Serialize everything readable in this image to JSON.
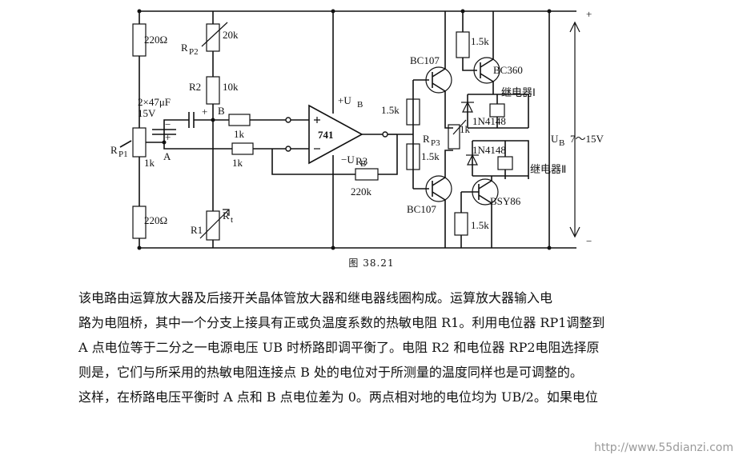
{
  "figure": {
    "caption": "图 38.21",
    "labels": {
      "r_top_left": "220Ω",
      "r_bottom_left": "220Ω",
      "rp1": "R",
      "rp1_sub": "P1",
      "rp1_value": "1k",
      "cap": "2×47μF",
      "cap_voltage": "15V",
      "node_a": "A",
      "node_b": "B",
      "rp2": "R",
      "rp2_sub": "P2",
      "rp2_value": "20k",
      "r2": "R2",
      "r2_value": "10k",
      "rin1_value": "1k",
      "rin2_value": "1k",
      "r1": "R1",
      "rt": "R",
      "rt_sub": "t",
      "opamp": "741",
      "plus_ub": "+U",
      "plus_ub_sub": "B",
      "minus_ub": "−U",
      "minus_ub_sub": "B",
      "r3": "R3",
      "r3_value": "220k",
      "t1": "BC107",
      "t2": "BC107",
      "t3": "BC360",
      "t4": "BSY86",
      "r_15k_top": "1.5k",
      "r_15k_mid1": "1.5k",
      "r_15k_mid2": "1.5k",
      "r_15k_bottom": "1.5k",
      "rp3": "R",
      "rp3_sub": "P3",
      "rp3_value": "1k",
      "d1": "1N4148",
      "d2": "1N4148",
      "relay1": "继电器Ⅰ",
      "relay2": "继电器Ⅱ",
      "supply": "U",
      "supply_sub": "B",
      "supply_range": "7～15V",
      "plus": "+",
      "minus": "−",
      "cap_plus": "+",
      "cap_plus2": "+",
      "cap_minus": "−"
    }
  },
  "paragraph": [
    "该电路由运算放大器及后接开关晶体管放大器和继电器线圈构成。运算放大器输入电",
    "路为电阻桥，其中一个分支上接具有正或负温度系数的热敏电阻 R1。利用电位器 RP1调整到",
    "A 点电位等于二分之一电源电压 UB 时桥路即调平衡了。电阻 R2 和电位器 RP2电阻选择原",
    "则是，它们与所采用的热敏电阻连接点 B 处的电位对于所测量的温度同样也是可调整的。",
    "这样，在桥路电压平衡时 A 点和 B 点电位差为 0。两点相对地的电位均为 UB/2。如果电位"
  ],
  "watermark": "http://www.55dianzi.com"
}
